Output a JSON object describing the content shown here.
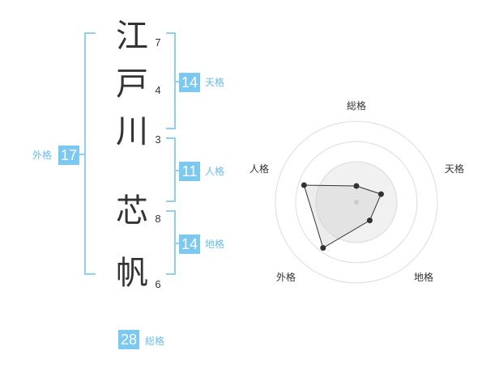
{
  "name": {
    "chars": [
      {
        "char": "江",
        "strokes": "7"
      },
      {
        "char": "戸",
        "strokes": "4"
      },
      {
        "char": "川",
        "strokes": "3"
      },
      {
        "char": "芯",
        "strokes": "8"
      },
      {
        "char": "帆",
        "strokes": "6"
      }
    ]
  },
  "fortune": {
    "tenkaku": {
      "value": "14",
      "label": "天格"
    },
    "jinkaku": {
      "value": "11",
      "label": "人格"
    },
    "chikaku": {
      "value": "14",
      "label": "地格"
    },
    "gaikaku": {
      "value": "17",
      "label": "外格"
    },
    "soukaku": {
      "value": "28",
      "label": "総格"
    }
  },
  "colors": {
    "accent": "#7bc8f0",
    "bracket": "#8fd0f0",
    "text": "#333333"
  },
  "chart_data": {
    "type": "radar",
    "axes": [
      "総格",
      "天格",
      "地格",
      "外格",
      "人格"
    ],
    "values": [
      1.0,
      1.6,
      1.4,
      3.5,
      3.4
    ],
    "max": 5,
    "rings": 4
  }
}
